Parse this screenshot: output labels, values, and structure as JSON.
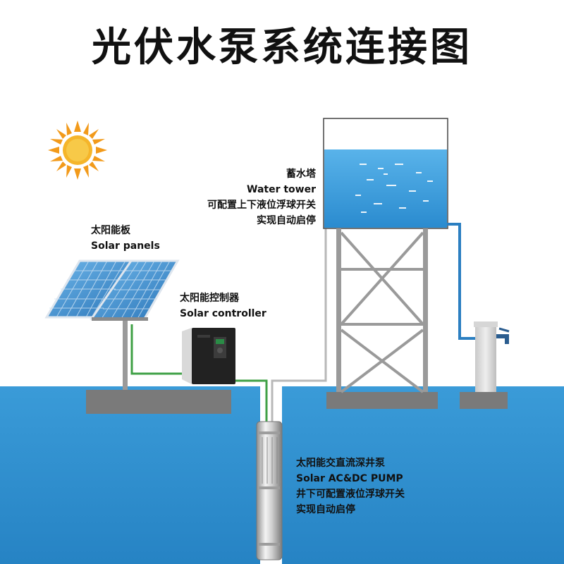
{
  "title": "光伏水泵系统连接图",
  "colors": {
    "ground": "#2f93d3",
    "ground_dark": "#1f7fbf",
    "water": "#3b9ddb",
    "concrete": "#7f7f7f",
    "frame": "#9a9a9a",
    "pipe_blue": "#2b7fc1",
    "wire_green": "#3fa046",
    "pipe_gray": "#b5b5b5",
    "sun_orange": "#f2a21a",
    "controller_black": "#222222"
  },
  "labels": {
    "solar_panels": {
      "cn": "太阳能板",
      "en": "Solar panels"
    },
    "solar_controller": {
      "cn": "太阳能控制器",
      "en": "Solar controller"
    },
    "water_tower": {
      "cn": "蓄水塔",
      "en": "Water tower",
      "line3": "可配置上下液位浮球开关",
      "line4": "实现自动启停"
    },
    "pump": {
      "cn": "太阳能交直流深井泵",
      "en": "Solar AC&DC PUMP",
      "line3": "井下可配置液位浮球开关",
      "line4": "实现自动启停"
    }
  },
  "icons": {
    "sun": "sun-icon",
    "faucet": "faucet-icon"
  }
}
